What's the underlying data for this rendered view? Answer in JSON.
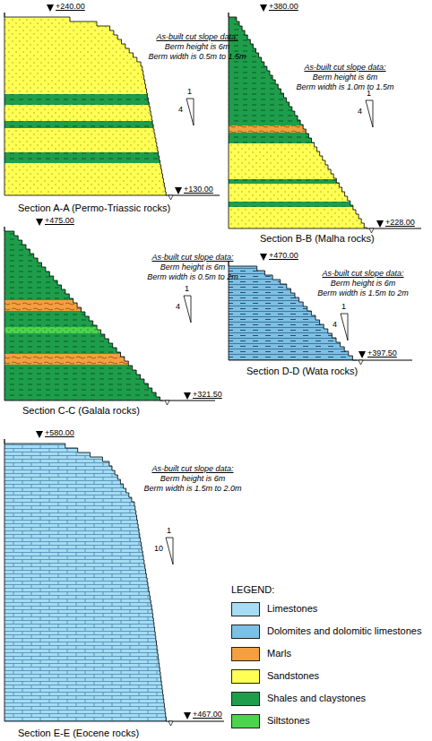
{
  "diagram": {
    "labels": [
      "+240.00",
      "As-built cut slope data:",
      "Berm height is 6m",
      "Berm width is 0.5m to 1.5m",
      "1",
      "4",
      "+130.00",
      "Section A-A (Permo-Triassic rocks)",
      "+380.00",
      "As-built cut slope data:",
      "Berm height is 6m",
      "Berm width is 1.0m to 1.5m",
      "1",
      "4",
      "+228.00",
      "Section B-B (Malha rocks)",
      "+475.00",
      "As-built cut slope data:",
      "Berm height is 6m",
      "Berm width is 0.5m to 2m",
      "1",
      "4",
      "+321.50",
      "Section C-C (Galala rocks)",
      "+470.00",
      "As-built cut slope data:",
      "Berm height is 6m",
      "Berm width is 1.5m to 2m",
      "1",
      "4",
      "+397.50",
      "Section D-D (Wata rocks)",
      "+580.00",
      "As-built cut slope data:",
      "Berm height is 6m",
      "Berm width is 1.5m to 2.0m",
      "1",
      "10",
      "+467.00",
      "Section E-E (Eocene rocks)",
      "LEGEND:"
    ],
    "legend": [
      {
        "text": "Limestones",
        "color": "#a6dcf4"
      },
      {
        "text": "Dolomites and dolomitic limestones",
        "color": "#7cc0e4"
      },
      {
        "text": "Marls",
        "color": "#f2a040"
      },
      {
        "text": "Sandstones",
        "color": "#ffff55"
      },
      {
        "text": "Shales and claystones",
        "color": "#1e9e4a"
      },
      {
        "text": "Siltstones",
        "color": "#4cd44c"
      }
    ]
  }
}
